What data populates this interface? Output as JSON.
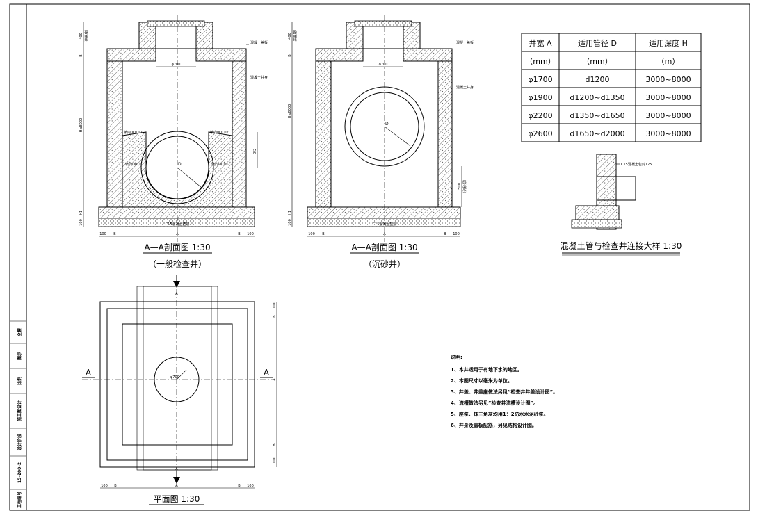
{
  "sidebar": {
    "labels": [
      "全套",
      "图示",
      "比例",
      "施工图设计",
      "设计阶段",
      "15-200-2",
      "工程编号"
    ]
  },
  "section_general": {
    "title": "A—A剖面图  1:30",
    "subtitle": "（一般检查井）",
    "top_dim": "400",
    "top_note": "（井盖座）",
    "slab_dim": "B",
    "height_dim": "H≤8000",
    "h1_dim": "h1",
    "base_dim": "100",
    "opening_label": "φ700",
    "label_cover": "混凝土盖板",
    "label_wall": "混凝土井身",
    "slope_left": "坡向i=0.02",
    "slope_right": "坡向i=0.02",
    "slope_lower_left": "坡向i=0.02",
    "slope_lower_right": "坡向i=0.02",
    "pipe_label": "D",
    "half_d": "D/2",
    "base_label": "C15混凝土垫层",
    "bottom_dims": [
      "100",
      "B",
      "A",
      "B",
      "100"
    ]
  },
  "section_sand": {
    "title": "A—A剖面图  1:30",
    "subtitle": "（沉砂井）",
    "top_dim": "400",
    "top_note": "（井盖座）",
    "slab_dim": "B",
    "height_dim": "H≤8000",
    "h1_dim": "h1",
    "base_dim": "100",
    "opening_label": "φ700",
    "label_cover": "混凝土盖板",
    "label_wall": "混凝土井身",
    "pipe_label": "D",
    "sump_dim": "500",
    "sump_note": "（沉砂深）",
    "base_label": "C15混凝土垫层",
    "bottom_dims": [
      "100",
      "B",
      "A",
      "B",
      "100"
    ]
  },
  "plan": {
    "title": "平面图  1:30",
    "section_mark_left": "A",
    "section_mark_right": "A",
    "top_mark": "A",
    "bottom_mark": "A",
    "opening_label": "φ700",
    "right_dims": [
      "100",
      "B",
      "A",
      "B",
      "100"
    ],
    "bottom_dims": [
      "100",
      "B",
      "A",
      "B",
      "100"
    ]
  },
  "table": {
    "headers": [
      "井宽 A",
      "适用管径 D",
      "适用深度 H"
    ],
    "units": [
      "（mm）",
      "（mm）",
      "（m）"
    ],
    "rows": [
      [
        "φ1700",
        "d1200",
        "3000~8000"
      ],
      [
        "φ1900",
        "d1200~d1350",
        "3000~8000"
      ],
      [
        "φ2200",
        "d1350~d1650",
        "3000~8000"
      ],
      [
        "φ2600",
        "d1650~d2000",
        "3000~8000"
      ]
    ]
  },
  "detail": {
    "title": "混凝土管与检查井连接大样  1:30",
    "label": "C15混凝土包封125"
  },
  "notes": {
    "heading": "说明:",
    "items": [
      "1、本井适用于有地下水的地区。",
      "2、本图尺寸以毫米为单位。",
      "3、井盖、井盖座做法另见“检查井井盖设计图”。",
      "4、流槽做法另见“检查井流槽设计图”。",
      "5、座浆、抹三角灰均用1：2防水水泥砂浆。",
      "6、井身及盖板配筋，另见结构设计图。"
    ]
  }
}
